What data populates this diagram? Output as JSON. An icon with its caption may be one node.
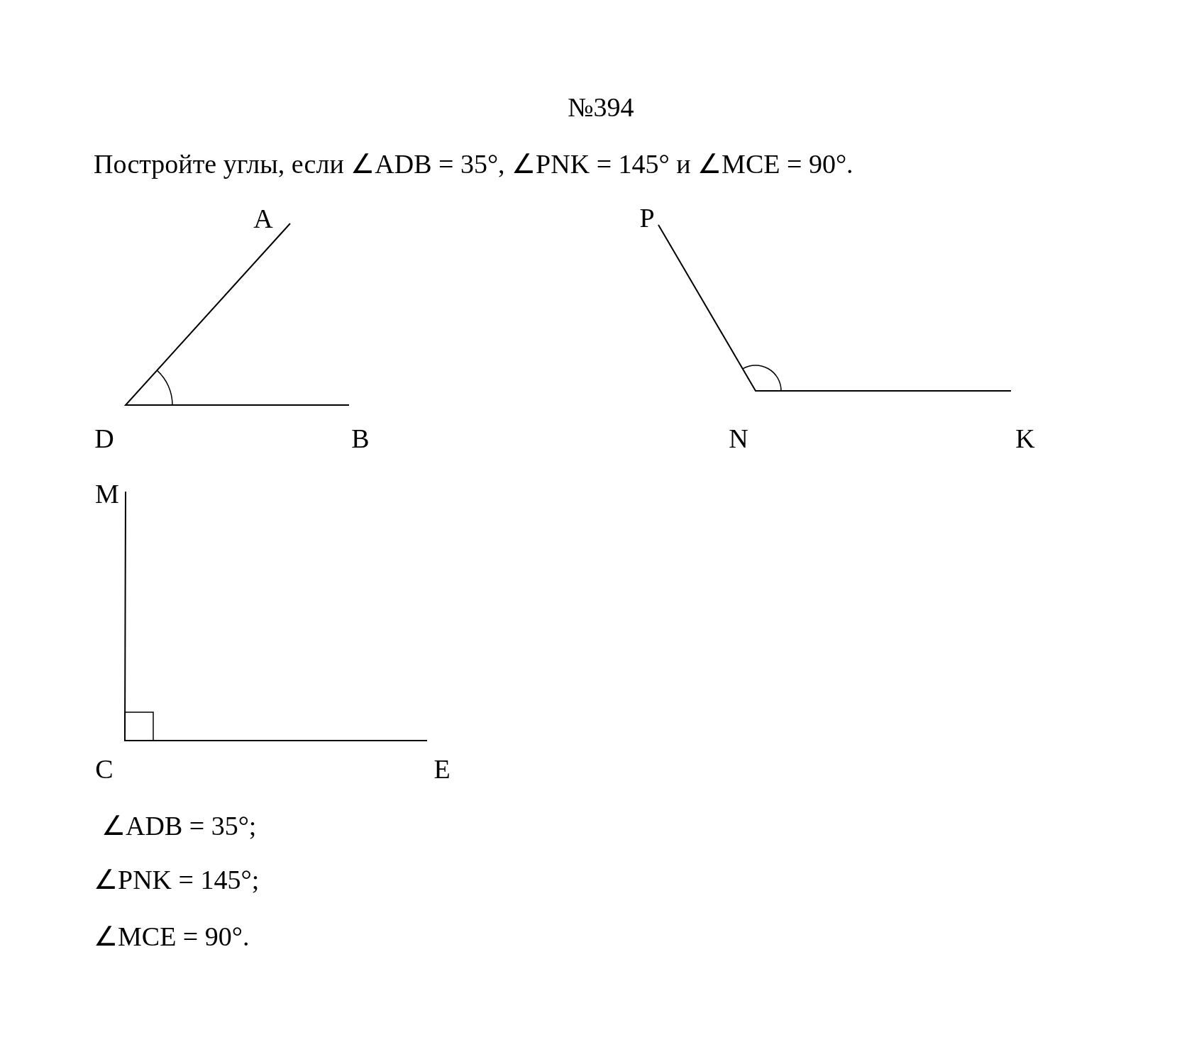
{
  "diagram": {
    "title": "№394",
    "labels": [
      "Постройте углы, если ∠ADB = 35°, ∠PNK = 145° и ∠MCE = 90°.",
      "A",
      "P",
      "D",
      "B",
      "N",
      "K",
      "M",
      "C",
      "E",
      "∠ADB = 35°;",
      "∠PNK = 145°;",
      "∠MCE = 90°."
    ]
  }
}
